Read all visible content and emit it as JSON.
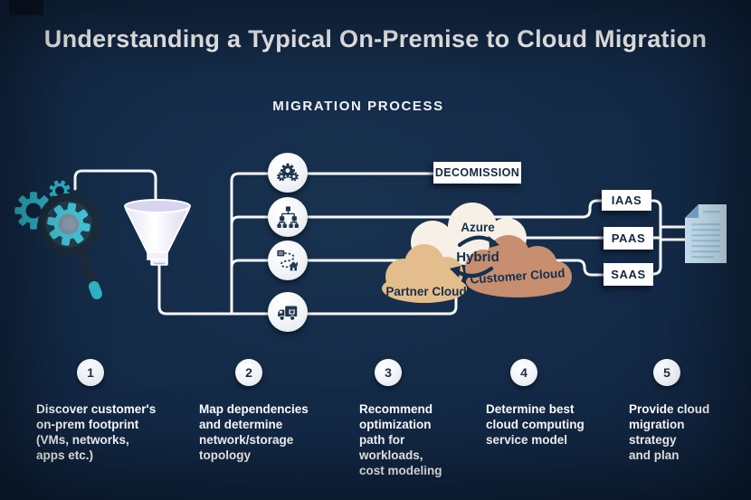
{
  "title": "Understanding a Typical On-Premise to Cloud Migration",
  "subtitle": "MIGRATION PROCESS",
  "diagram": {
    "decommission_label": "DECOMISSION",
    "clouds": {
      "azure": "Azure",
      "hybrid": "Hybrid",
      "partner": "Partner Cloud",
      "customer": "Customer Cloud"
    },
    "service_models": [
      {
        "label": "IAAS"
      },
      {
        "label": "PAAS"
      },
      {
        "label": "SAAS"
      }
    ],
    "icons": {
      "left_source": "magnifying-glass-over-gears",
      "filter": "funnel",
      "process_nodes": [
        "gears",
        "network-topology",
        "migration-path-to-house",
        "delivery-truck"
      ],
      "output": "document"
    }
  },
  "colors": {
    "background": "#132946",
    "line_white": "#f8f9fb",
    "teal_accent": "#2db4c6",
    "navy_text": "#16304e",
    "cloud_white": "#f6f0e6",
    "cloud_partner": "#e3bd8c",
    "cloud_customer": "#c78e70",
    "funnel_lavender": "#d8d4ef",
    "document_blue": "#cfe9f8",
    "document_fold": "#7fa9d3"
  },
  "steps": [
    {
      "number": "1",
      "text": "Discover customer's\non-prem footprint\n(VMs, networks,\napps etc.)"
    },
    {
      "number": "2",
      "text": "Map  dependencies\nand determine\nnetwork/storage\ntopology"
    },
    {
      "number": "3",
      "text": "Recommend\noptimization\npath for\nworkloads,\ncost modeling"
    },
    {
      "number": "4",
      "text": "Determine best\ncloud computing\nservice model"
    },
    {
      "number": "5",
      "text": "Provide cloud\nmigration\nstrategy\nand plan"
    }
  ]
}
